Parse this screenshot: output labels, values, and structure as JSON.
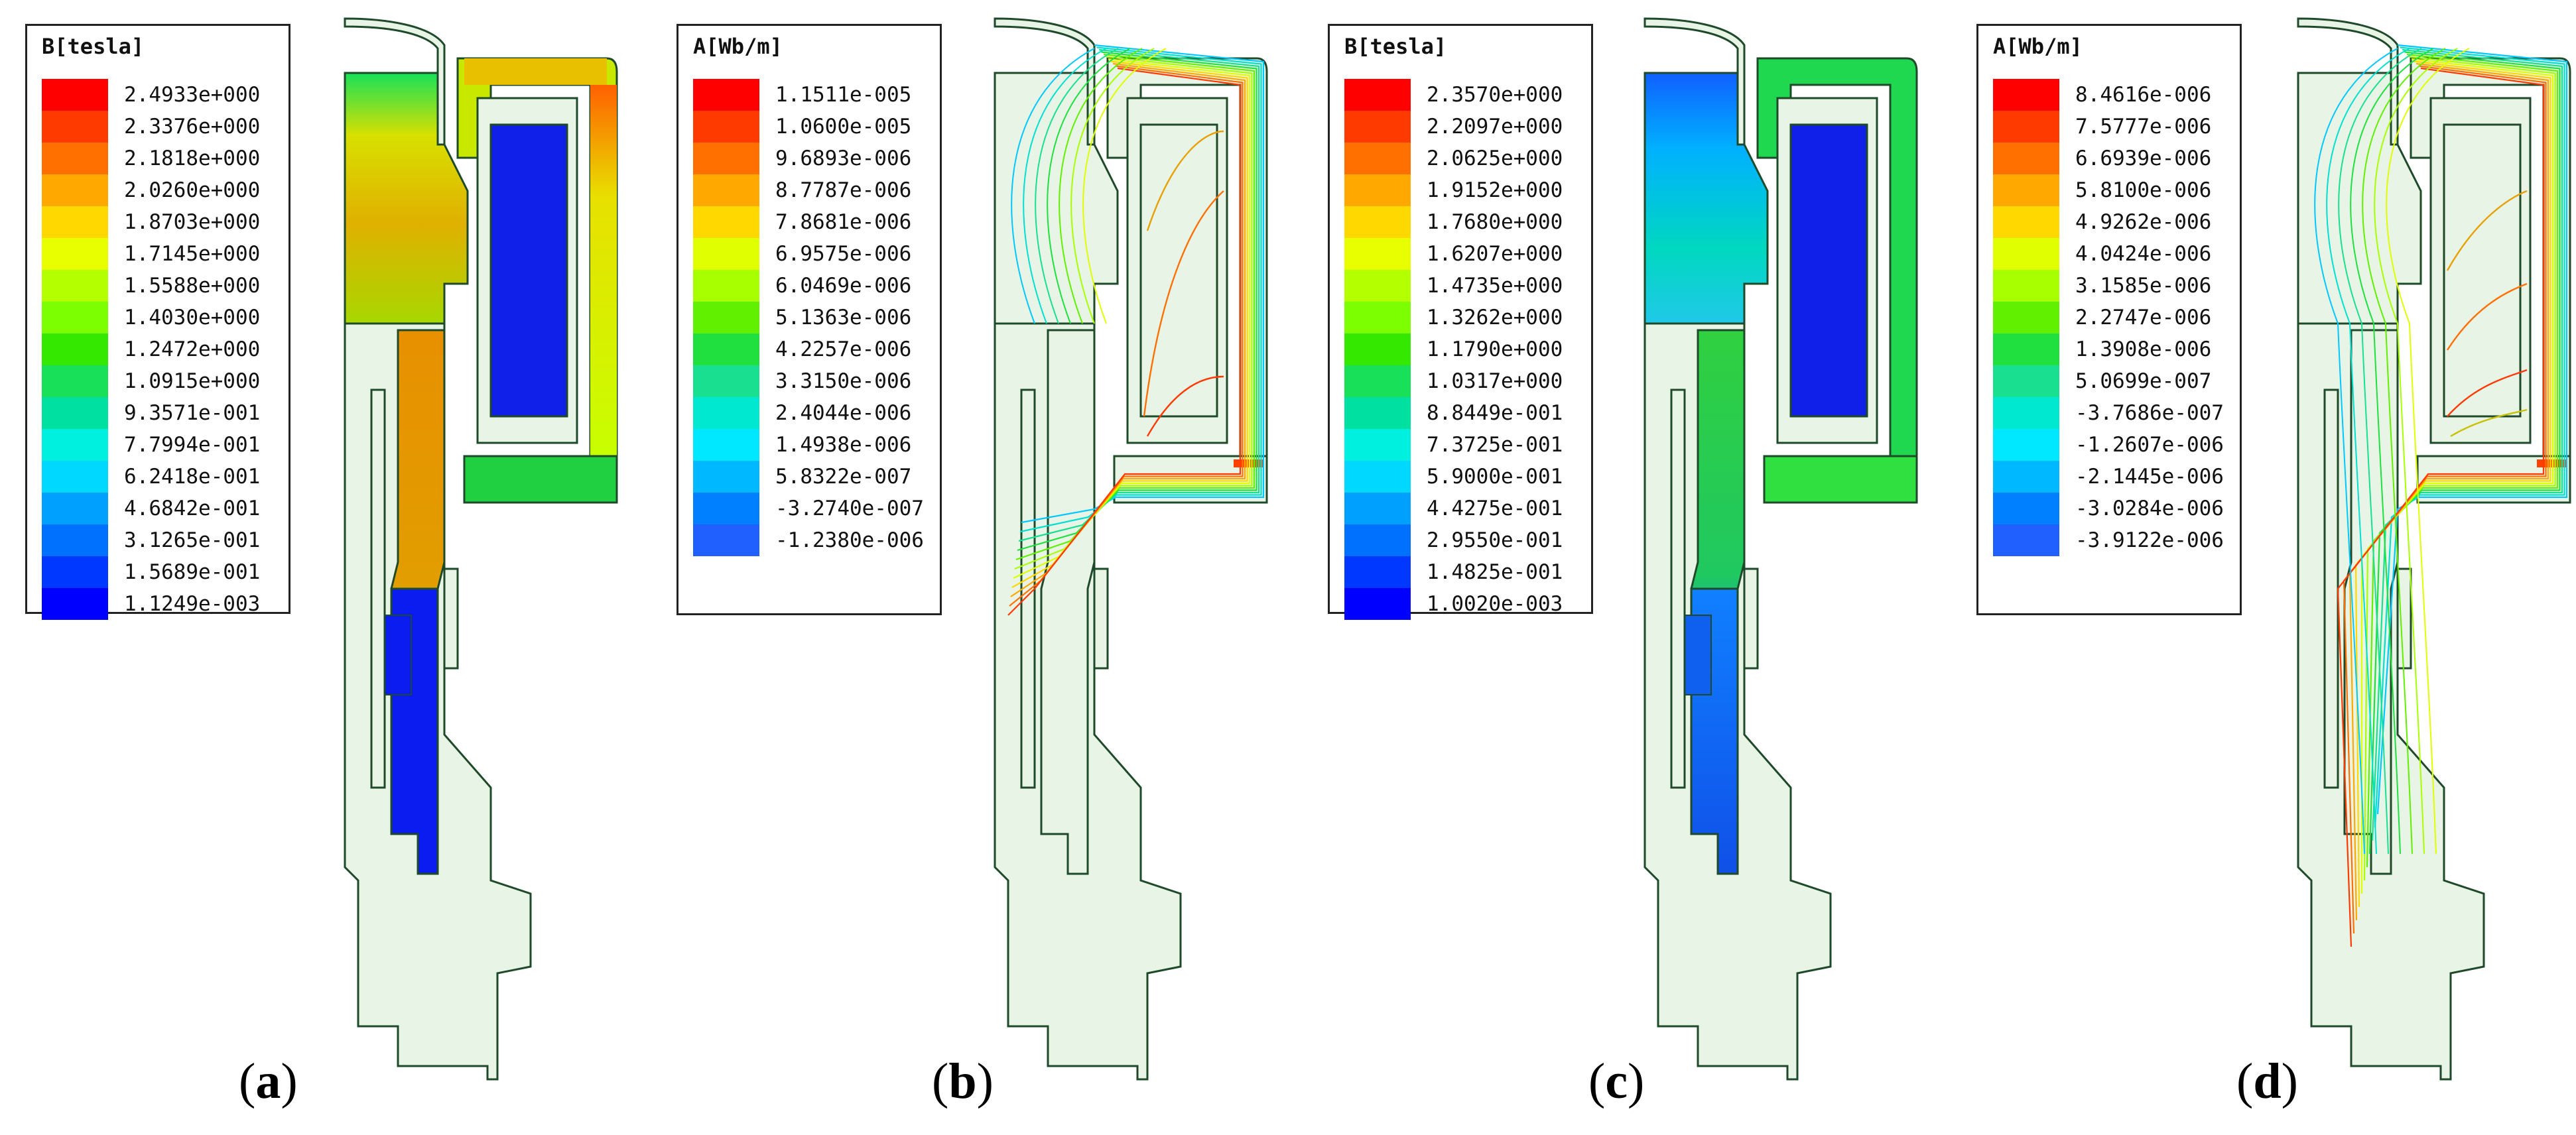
{
  "panels": [
    {
      "id": "a",
      "label": "a",
      "kind": "flux-density",
      "legend": {
        "title": "B[tesla]",
        "entries": [
          "2.4933e+000",
          "2.3376e+000",
          "2.1818e+000",
          "2.0260e+000",
          "1.8703e+000",
          "1.7145e+000",
          "1.5588e+000",
          "1.4030e+000",
          "1.2472e+000",
          "1.0915e+000",
          "9.3571e-001",
          "7.7994e-001",
          "6.2418e-001",
          "4.6842e-001",
          "3.1265e-001",
          "1.5689e-001",
          "1.1249e-003"
        ]
      }
    },
    {
      "id": "b",
      "label": "b",
      "kind": "vector-potential",
      "legend": {
        "title": "A[Wb/m]",
        "entries": [
          "1.1511e-005",
          "1.0600e-005",
          "9.6893e-006",
          "8.7787e-006",
          "7.8681e-006",
          "6.9575e-006",
          "6.0469e-006",
          "5.1363e-006",
          "4.2257e-006",
          "3.3150e-006",
          "2.4044e-006",
          "1.4938e-006",
          "5.8322e-007",
          "-3.2740e-007",
          "-1.2380e-006"
        ]
      }
    },
    {
      "id": "c",
      "label": "c",
      "kind": "flux-density",
      "legend": {
        "title": "B[tesla]",
        "entries": [
          "2.3570e+000",
          "2.2097e+000",
          "2.0625e+000",
          "1.9152e+000",
          "1.7680e+000",
          "1.6207e+000",
          "1.4735e+000",
          "1.3262e+000",
          "1.1790e+000",
          "1.0317e+000",
          "8.8449e-001",
          "7.3725e-001",
          "5.9000e-001",
          "4.4275e-001",
          "2.9550e-001",
          "1.4825e-001",
          "1.0020e-003"
        ]
      }
    },
    {
      "id": "d",
      "label": "d",
      "kind": "vector-potential",
      "legend": {
        "title": "A[Wb/m]",
        "entries": [
          "8.4616e-006",
          "7.5777e-006",
          "6.6939e-006",
          "5.8100e-006",
          "4.9262e-006",
          "4.0424e-006",
          "3.1585e-006",
          "2.2747e-006",
          "1.3908e-006",
          "5.0699e-007",
          "-3.7686e-007",
          "-1.2607e-006",
          "-2.1445e-006",
          "-3.0284e-006",
          "-3.9122e-006"
        ]
      }
    }
  ],
  "colors": {
    "scale17": [
      "#ff0000",
      "#ff3a00",
      "#ff7000",
      "#ffa800",
      "#ffd800",
      "#e8ff00",
      "#b4ff00",
      "#7cff00",
      "#34e800",
      "#18e058",
      "#00e0a0",
      "#00f0e0",
      "#00d8ff",
      "#00a0ff",
      "#0070ff",
      "#0038ff",
      "#0000ff"
    ],
    "scale15": [
      "#ff0000",
      "#ff3a00",
      "#ff7000",
      "#ffa800",
      "#ffd800",
      "#e0ff00",
      "#a8ff00",
      "#60f000",
      "#20e040",
      "#18e090",
      "#00e8d0",
      "#00e8ff",
      "#00b8ff",
      "#0080ff",
      "#2060ff"
    ],
    "part_fill": "#e8f4e6",
    "outline": "#1e4a2a"
  }
}
